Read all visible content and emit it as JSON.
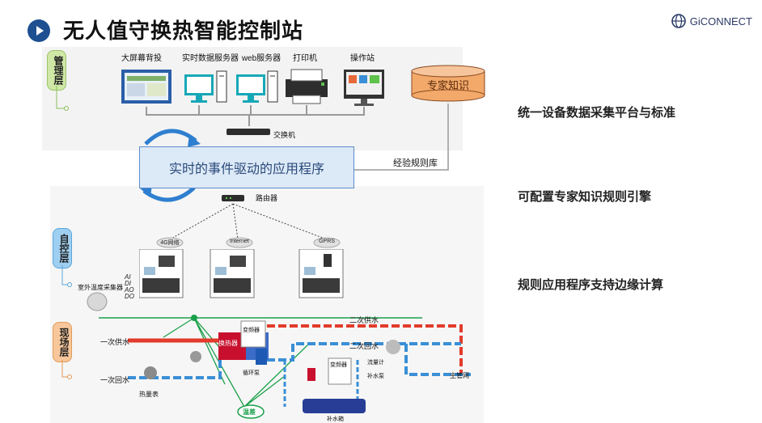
{
  "title": "无人值守换热智能控制站",
  "logo": "GiCONNECT",
  "layers": {
    "management": "管理层",
    "auto": "自控层",
    "field": "现场层"
  },
  "mgmt_devices": [
    "大屏幕背投",
    "实时数据服务器",
    "web服务器",
    "打印机",
    "操作站"
  ],
  "expert": "专家知识",
  "switch": "交换机",
  "rule_base": "经验规则库",
  "engine": "实时的事件驱动的应用程序",
  "router": "路由器",
  "networks": [
    "4G网络",
    "Internet",
    "GPRS"
  ],
  "io_labels": [
    "AI",
    "DI",
    "AO",
    "DO"
  ],
  "outdoor_collector": "室外温度采集器",
  "field_labels": {
    "primary_supply": "一次供水",
    "primary_return": "一次回水",
    "heat_meter": "热量表",
    "exchanger": "换热器",
    "circ_pump": "循环泵",
    "vfd1": "变频器",
    "vfd2": "变频器",
    "flowmeter": "流量计",
    "makeup_pump": "补水泵",
    "secondary_supply": "二次供水",
    "secondary_return": "二次回水",
    "main_network": "主管网",
    "temp_diff": "温差",
    "water_tank": "补水箱"
  },
  "bullets": [
    "统一设备数据采集平台与标准",
    "可配置专家知识规则引擎",
    "规则应用程序支持边缘计算"
  ],
  "colors": {
    "supply": "#e23b2b",
    "return": "#3a8fd6",
    "green": "#1aa04a",
    "expert": "#f2a96a"
  }
}
